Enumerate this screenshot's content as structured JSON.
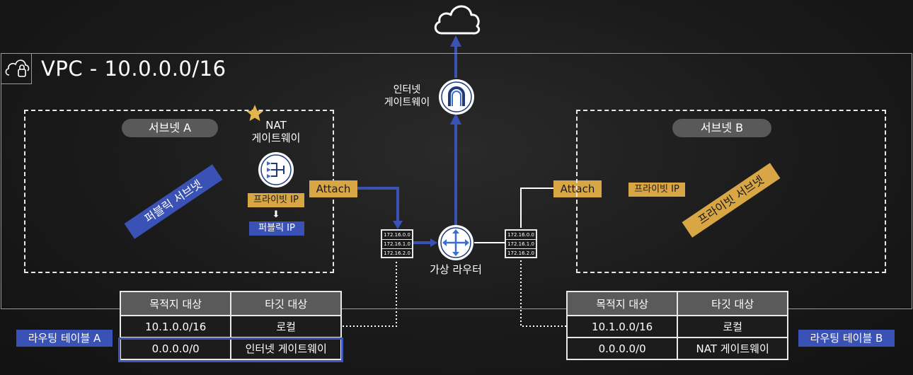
{
  "vpc": {
    "title": "VPC - 10.0.0.0/16"
  },
  "subnet_a": {
    "label": "서브넷 A",
    "type_tag": "퍼블릭 서브넷"
  },
  "subnet_b": {
    "label": "서브넷 B",
    "type_tag": "프라이빗 서브넷",
    "private_ip": "프라이빗 IP"
  },
  "nat_gateway": {
    "label_line1": "NAT",
    "label_line2": "게이트웨이",
    "private_ip": "프라이빗 IP",
    "arrow": "⬇",
    "public_ip": "퍼블릭 IP"
  },
  "internet_gateway": {
    "label_line1": "인터넷",
    "label_line2": "게이트웨이"
  },
  "virtual_router": {
    "label": "가상 라우터"
  },
  "attach_left": "Attach",
  "attach_right": "Attach",
  "router_table_entries": [
    "172.16.0.0",
    "172.16.1.0",
    "172.16.2.0"
  ],
  "route_table_a": {
    "label": "라우팅 테이블 A",
    "headers": [
      "목적지 대상",
      "타깃 대상"
    ],
    "rows": [
      [
        "10.1.0.0/16",
        "로컬"
      ],
      [
        "0.0.0.0/0",
        "인터넷 게이트웨이"
      ]
    ]
  },
  "route_table_b": {
    "label": "라우팅 테이블 B",
    "headers": [
      "목적지 대상",
      "타깃 대상"
    ],
    "rows": [
      [
        "10.1.0.0/16",
        "로컬"
      ],
      [
        "0.0.0.0/0",
        "NAT 게이트웨이"
      ]
    ]
  },
  "colors": {
    "blue": "#3a52b5",
    "gold": "#d9a645",
    "star": "#e3b54a"
  }
}
